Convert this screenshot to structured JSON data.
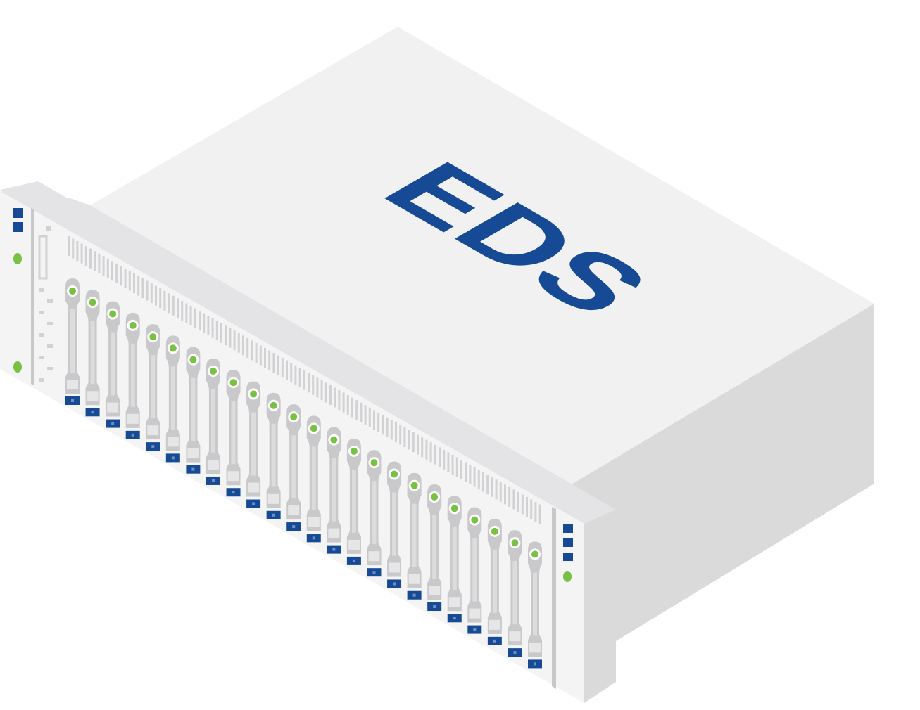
{
  "logo": {
    "text": "EDS"
  },
  "colors": {
    "top_face": "#f1f1f2",
    "right_face": "#dadadb",
    "front_panel": "#f4f4f5",
    "bezel_edge": "#e4e4e6",
    "chassis_shadow": "#c8c8ca",
    "drive_caddy": "#c9c9cb",
    "drive_caddy_light": "#dcdcdd",
    "drive_tab": "#174a95",
    "led_green": "#79c142",
    "brand_blue": "#174a95",
    "vent": "#d2d2d4"
  },
  "server": {
    "drive_bay_count": 24,
    "drive_status_leds": "green",
    "left_ear_status_bars": 2,
    "right_ear_status_bars": 3
  }
}
